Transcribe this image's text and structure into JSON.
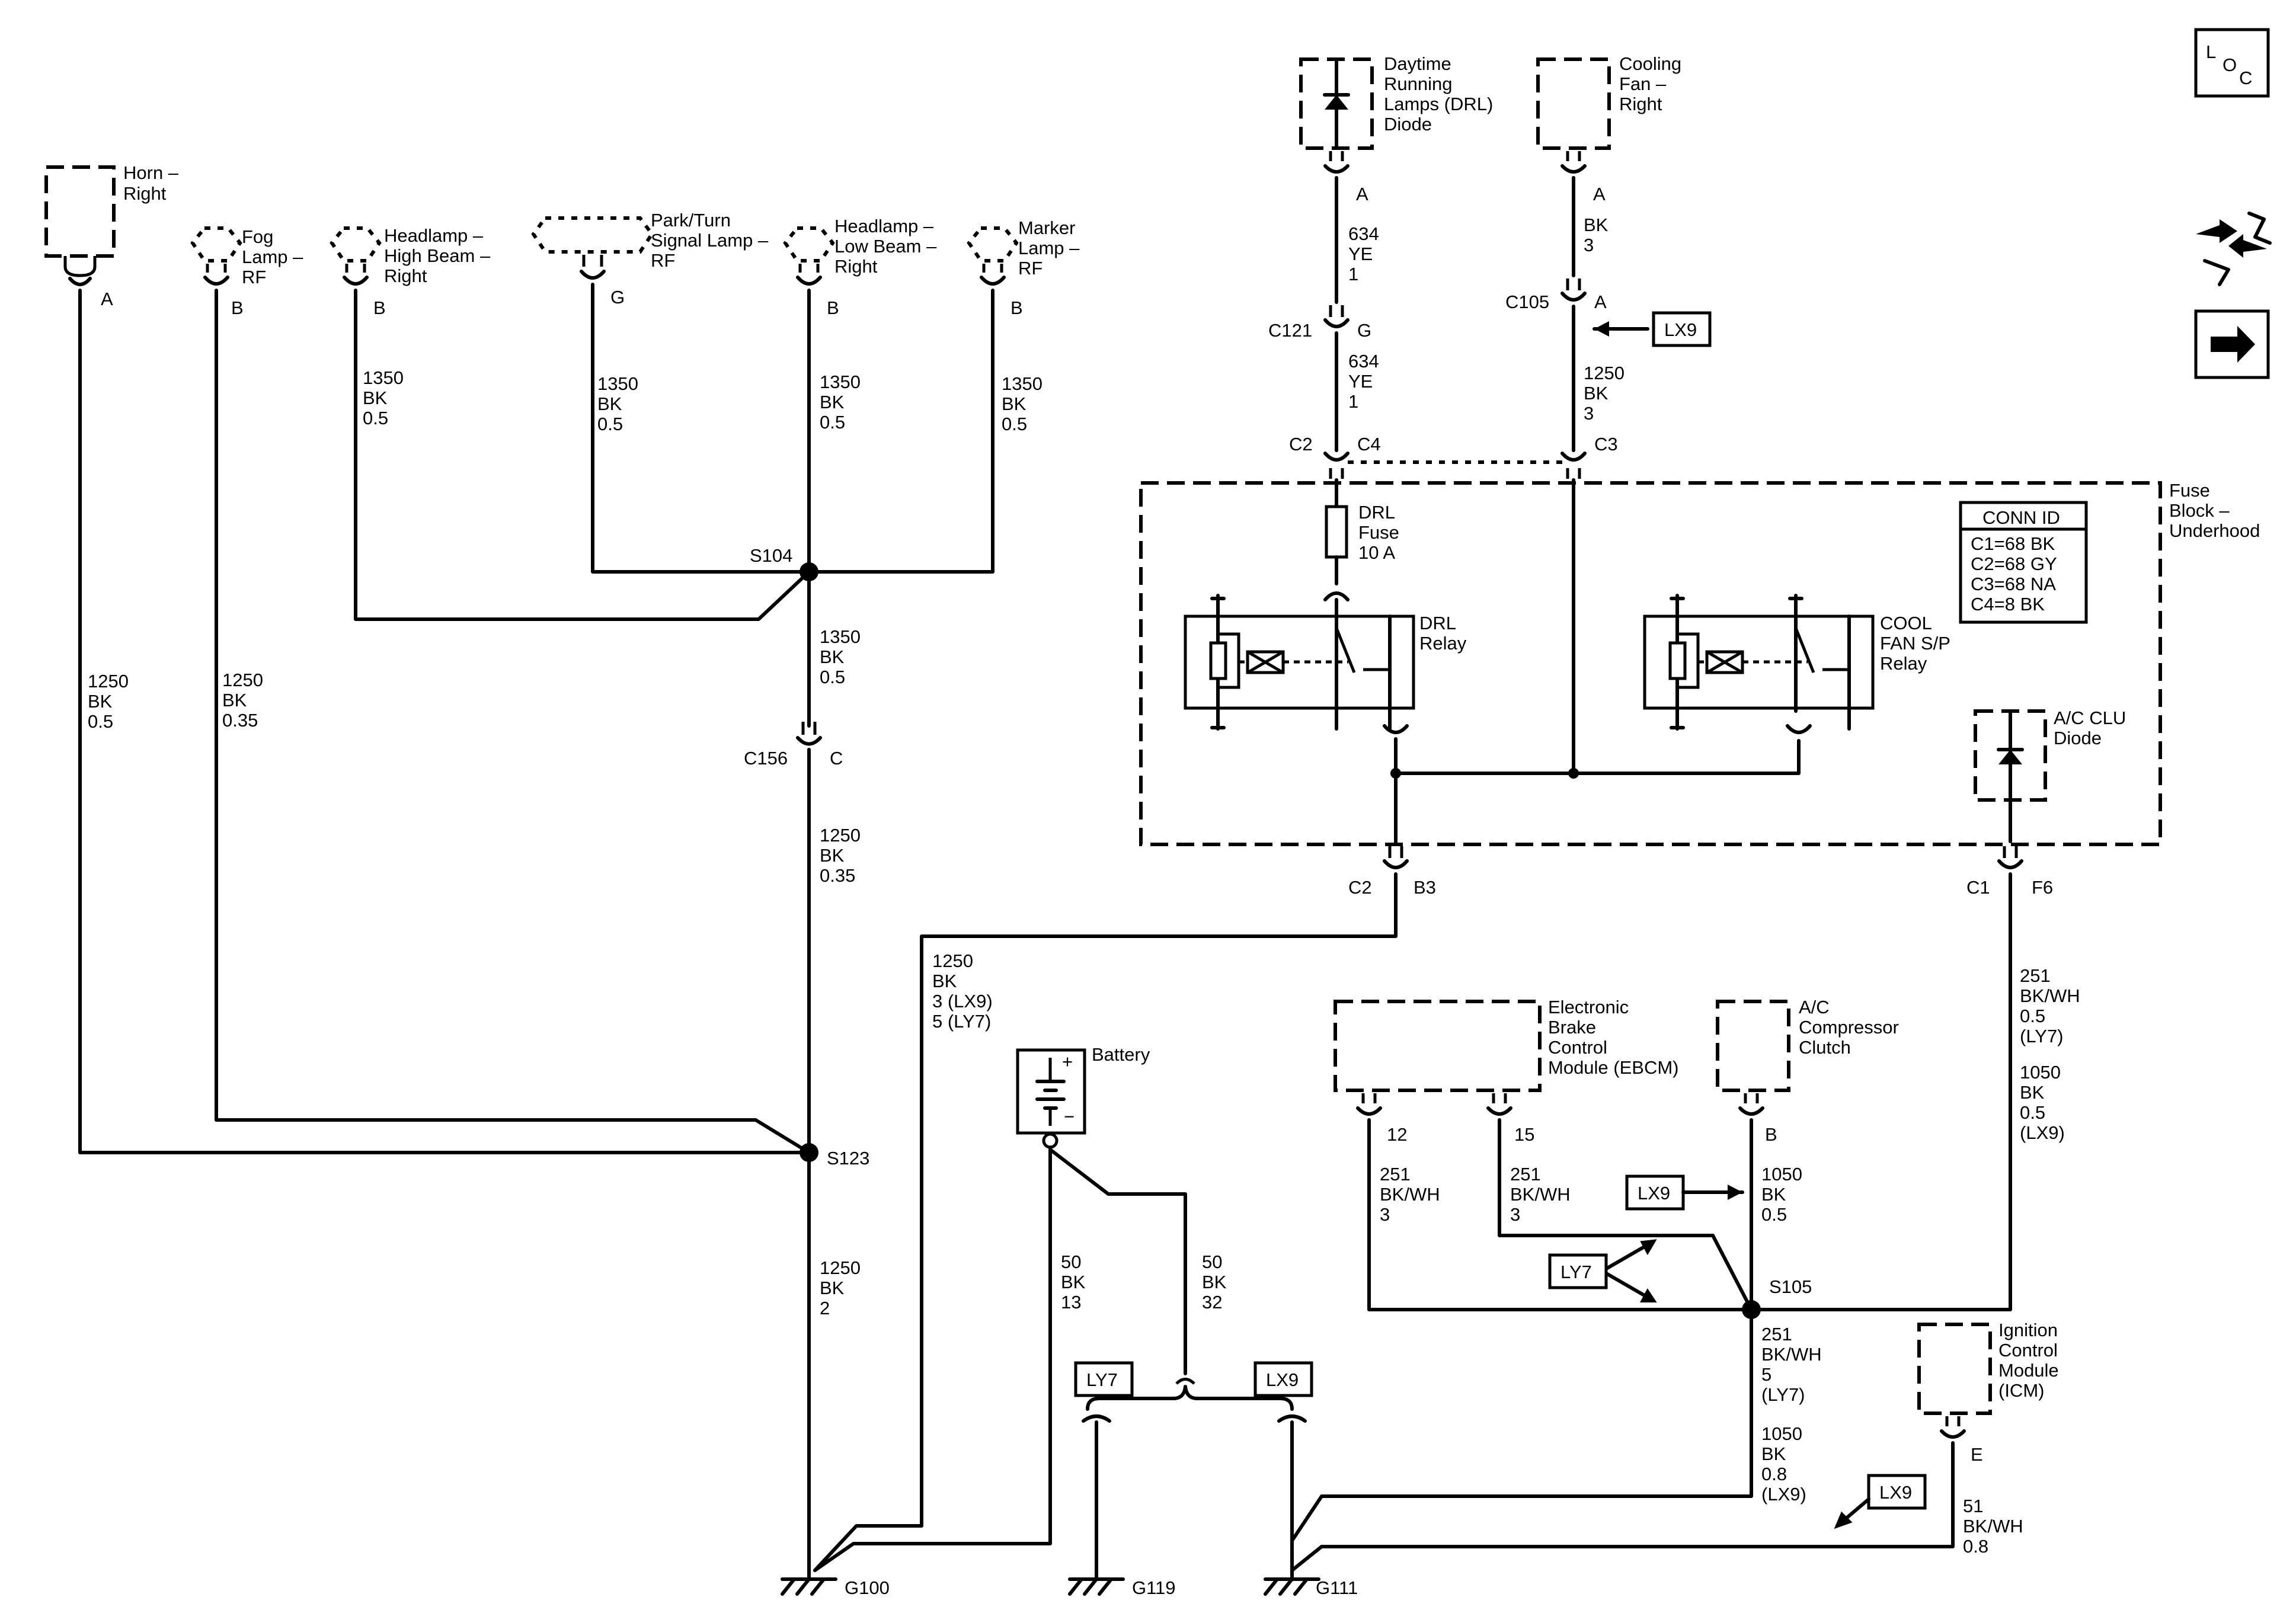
{
  "components": {
    "horn": [
      "Horn –",
      "Right"
    ],
    "fog": [
      "Fog",
      "Lamp –",
      "RF"
    ],
    "hb": [
      "Headlamp –",
      "High Beam –",
      "Right"
    ],
    "park": [
      "Park/Turn",
      "Signal Lamp –",
      "RF"
    ],
    "lb": [
      "Headlamp –",
      "Low Beam –",
      "Right"
    ],
    "marker": [
      "Marker",
      "Lamp –",
      "RF"
    ],
    "drl_diode": [
      "Daytime",
      "Running",
      "Lamps (DRL)",
      "Diode"
    ],
    "fan": [
      "Cooling",
      "Fan –",
      "Right"
    ],
    "fuse_block": [
      "Fuse",
      "Block –",
      "Underhood"
    ],
    "drl_fuse": [
      "DRL",
      "Fuse",
      "10 A"
    ],
    "drl_relay": [
      "DRL",
      "Relay"
    ],
    "cool_relay": [
      "COOL",
      "FAN S/P",
      "Relay"
    ],
    "ac_diode": [
      "A/C CLU",
      "Diode"
    ],
    "battery": "Battery",
    "ebcm": [
      "Electronic",
      "Brake",
      "Control",
      "Module (EBCM)"
    ],
    "ac_clutch": [
      "A/C",
      "Compressor",
      "Clutch"
    ],
    "icm": [
      "Ignition",
      "Control",
      "Module",
      "(ICM)"
    ]
  },
  "conn_id": {
    "title": "CONN ID",
    "rows": [
      "C1=68 BK",
      "C2=68 GY",
      "C3=68 NA",
      "C4=8 BK"
    ]
  },
  "pins": {
    "horn": "A",
    "fog": "B",
    "hb": "B",
    "park": "G",
    "lb": "B",
    "marker": "B",
    "drl_a": "A",
    "fan_a": "A",
    "c121": "C121",
    "c121_pin": "G",
    "c105": "C105",
    "c105_pin": "A",
    "c2": "C2",
    "c4": "C4",
    "c3": "C3",
    "c2b": "C2",
    "b3": "B3",
    "c1": "C1",
    "f6": "F6",
    "c156": "C156",
    "c156_pin": "C",
    "ebcm12": "12",
    "ebcm15": "15",
    "acb": "B",
    "icme": "E"
  },
  "wires": {
    "w1": [
      "634",
      "YE",
      "1"
    ],
    "w2": [
      "634",
      "YE",
      "1"
    ],
    "w3": [
      "BK",
      "3"
    ],
    "w4": [
      "1250",
      "BK",
      "3"
    ],
    "hb": [
      "1350",
      "BK",
      "0.5"
    ],
    "park": [
      "1350",
      "BK",
      "0.5"
    ],
    "lb": [
      "1350",
      "BK",
      "0.5"
    ],
    "marker": [
      "1350",
      "BK",
      "0.5"
    ],
    "s104": [
      "1350",
      "BK",
      "0.5"
    ],
    "c156": [
      "1250",
      "BK",
      "0.35"
    ],
    "horn": [
      "1250",
      "BK",
      "0.5"
    ],
    "fog": [
      "1250",
      "BK",
      "0.35"
    ],
    "s123": [
      "1250",
      "BK",
      "2"
    ],
    "fb": [
      "1250",
      "BK",
      "3 (LX9)",
      "5 (LY7)"
    ],
    "bat1": [
      "50",
      "BK",
      "13"
    ],
    "bat2": [
      "50",
      "BK",
      "32"
    ],
    "e12": [
      "251",
      "BK/WH",
      "3"
    ],
    "e15": [
      "251",
      "BK/WH",
      "3"
    ],
    "ac": [
      "1050",
      "BK",
      "0.5"
    ],
    "f6": [
      "251",
      "BK/WH",
      "0.5",
      "(LY7)",
      "",
      "1050",
      "BK",
      "0.5",
      "(LX9)"
    ],
    "s105": [
      "251",
      "BK/WH",
      "5",
      "(LY7)",
      "",
      "1050",
      "BK",
      "0.8",
      "(LX9)"
    ],
    "icm": [
      "51",
      "BK/WH",
      "0.8"
    ]
  },
  "splices": {
    "s104": "S104",
    "s123": "S123",
    "s105": "S105"
  },
  "grounds": {
    "g100": "G100",
    "g119": "G119",
    "g111": "G111"
  },
  "options": {
    "lx9": "LX9",
    "ly7": "LY7"
  },
  "nav": {
    "loc": [
      "L",
      "O",
      "C"
    ]
  }
}
